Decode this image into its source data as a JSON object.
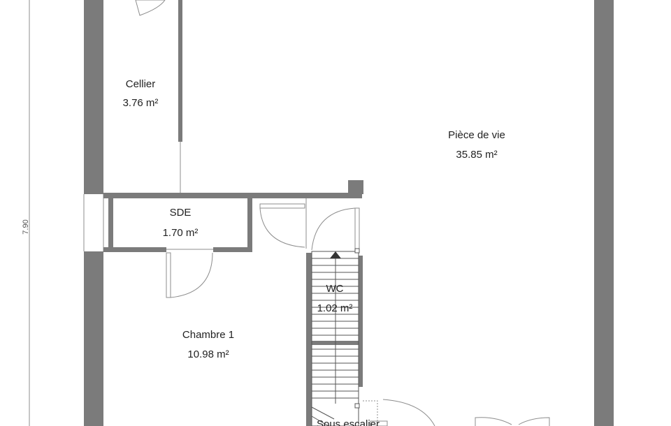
{
  "plan": {
    "dimension_label": "7.90",
    "rooms": [
      {
        "id": "cellier",
        "name": "Cellier",
        "area": "3.76 m²"
      },
      {
        "id": "piece-de-vie",
        "name": "Pièce de vie",
        "area": "35.85 m²"
      },
      {
        "id": "sde",
        "name": "SDE",
        "area": "1.70 m²"
      },
      {
        "id": "wc",
        "name": "WC",
        "area": "1.02 m²"
      },
      {
        "id": "chambre-1",
        "name": "Chambre 1",
        "area": "10.98 m²"
      },
      {
        "id": "sous-escalier",
        "name": "Sous escalier",
        "area": ""
      }
    ],
    "colors": {
      "wall": "#7b7b7b",
      "line": "#8c8c8c",
      "text": "#222222"
    }
  }
}
